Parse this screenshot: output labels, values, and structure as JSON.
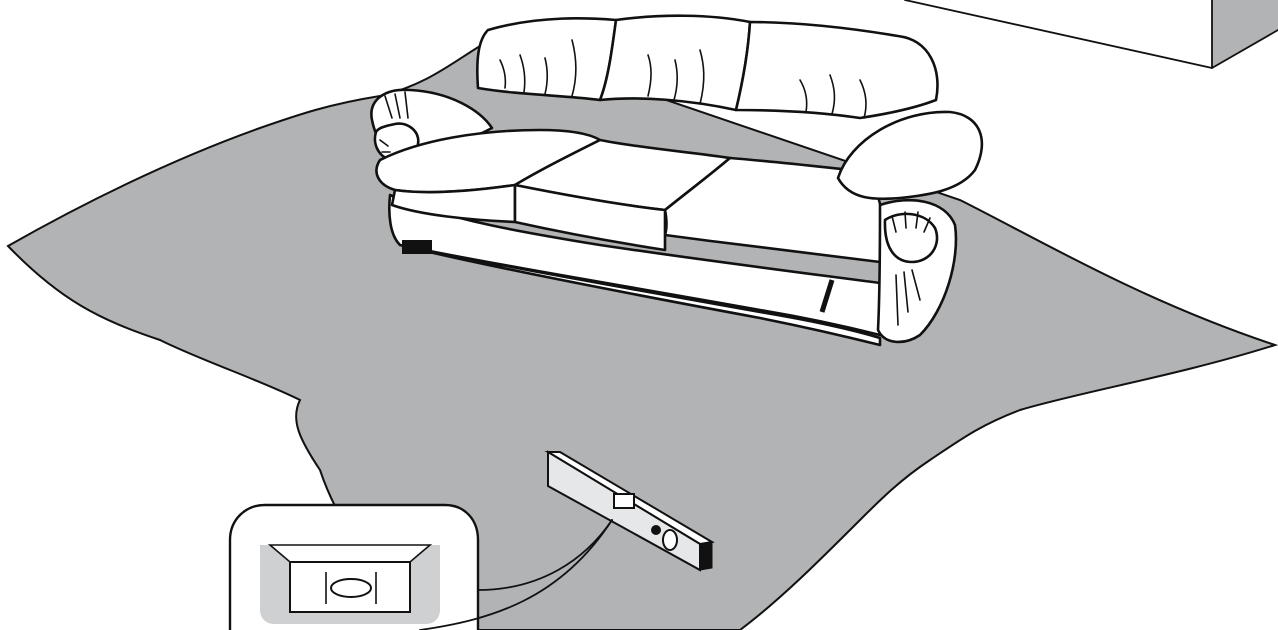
{
  "scene": {
    "colors": {
      "floor": "#b1b3b4",
      "wall": "#b1b3b4",
      "outline": "#111111",
      "object_fill": "#ffffff",
      "detail_inset": "#cfd0d1"
    },
    "objects": [
      "wall-block",
      "rug",
      "sofa",
      "spirit-level",
      "magnified-bubble-vial"
    ]
  }
}
